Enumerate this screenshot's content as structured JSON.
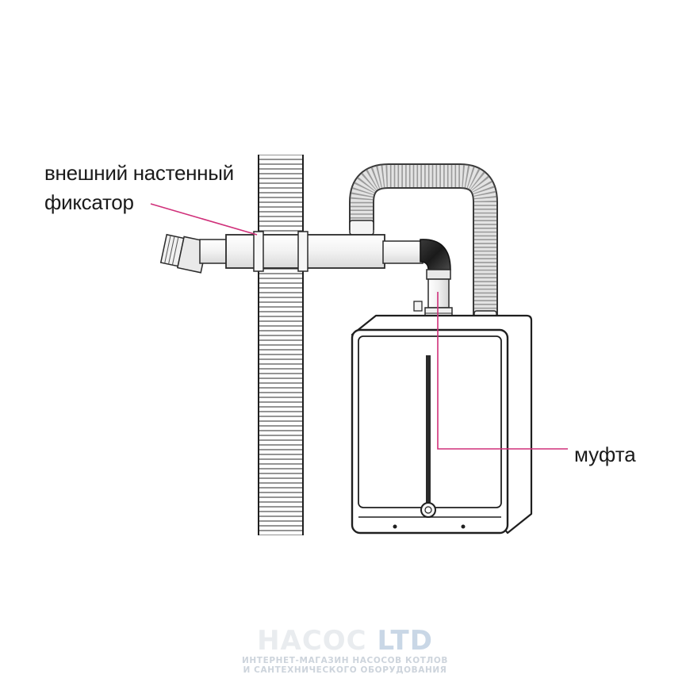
{
  "labels": {
    "wall_fixator_line1": "внешний настенный",
    "wall_fixator_line2": "фиксатор",
    "coupling": "муфта"
  },
  "watermark": {
    "brand_light": "НАСОС",
    "brand_accent": "LTD",
    "tagline": "ИНТЕРНЕТ-МАГАЗИН НАСОСОВ КОТЛОВ И САНТЕХНИЧЕСКОГО ОБОРУДОВАНИЯ"
  },
  "colors": {
    "line": "#1f1f1f",
    "leader": "#d0307a",
    "watermark_accent": "#c9d7e6"
  }
}
